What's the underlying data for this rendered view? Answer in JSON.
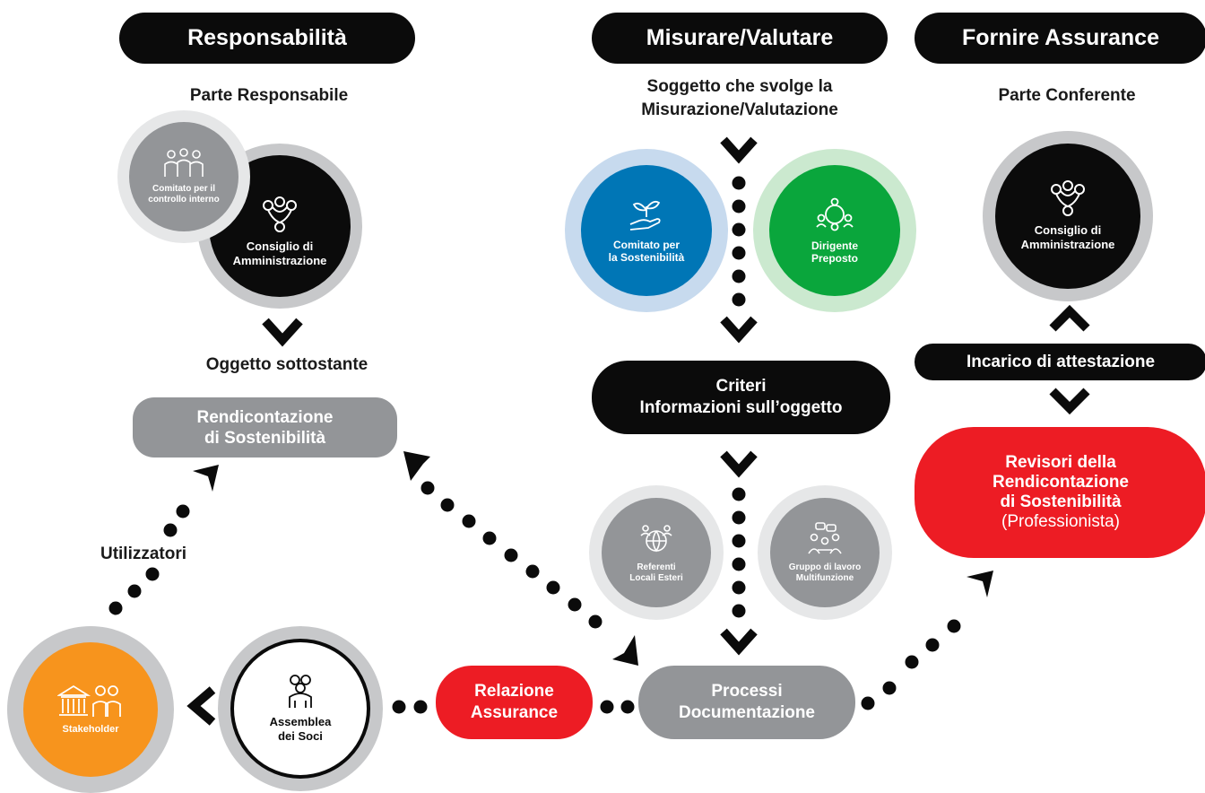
{
  "headers": {
    "responsabilita": "Responsabilità",
    "misurare": "Misurare/Valutare",
    "assurance": "Fornire Assurance"
  },
  "subtitles": {
    "parte_responsabile": "Parte Responsabile",
    "soggetto_line1": "Soggetto che svolge la",
    "soggetto_line2": "Misurazione/Valutazione",
    "parte_conferente": "Parte Conferente",
    "oggetto_sottostante": "Oggetto sottostante",
    "utilizzatori": "Utilizzatori"
  },
  "nodes": {
    "comitato_controllo_line1": "Comitato per il",
    "comitato_controllo_line2": "controllo interno",
    "cda_left_line1": "Consiglio di",
    "cda_left_line2": "Amministrazione",
    "comitato_sost_line1": "Comitato per",
    "comitato_sost_line2": "la Sostenibilità",
    "dirigente_line1": "Dirigente",
    "dirigente_line2": "Preposto",
    "cda_right_line1": "Consiglio di",
    "cda_right_line2": "Amministrazione",
    "rendicontazione_line1": "Rendicontazione",
    "rendicontazione_line2": "di Sostenibilità",
    "criteri_line1": "Criteri",
    "criteri_line2": "Informazioni sull’oggetto",
    "incarico": "Incarico di attestazione",
    "revisori_line1": "Revisori della",
    "revisori_line2": "Rendicontazione",
    "revisori_line3": "di Sostenibilità",
    "revisori_line4": "(Professionista)",
    "referenti_line1": "Referenti",
    "referenti_line2": "Locali Esteri",
    "gruppo_line1": "Gruppo di lavoro",
    "gruppo_line2": "Multifunzione",
    "processi_line1": "Processi",
    "processi_line2": "Documentazione",
    "relazione_line1": "Relazione",
    "relazione_line2": "Assurance",
    "assemblea_line1": "Assemblea",
    "assemblea_line2": "dei Soci",
    "stakeholder": "Stakeholder"
  },
  "colors": {
    "black": "#0b0b0b",
    "grey": "#939598",
    "blue": "#0076b6",
    "green": "#0aa63c",
    "red": "#ed1c24",
    "orange": "#f7941d"
  },
  "icons": [
    "people-group-icon",
    "board-network-icon",
    "plant-hand-icon",
    "team-network-icon",
    "globe-people-icon",
    "meeting-group-icon",
    "building-icon",
    "users-icon"
  ]
}
